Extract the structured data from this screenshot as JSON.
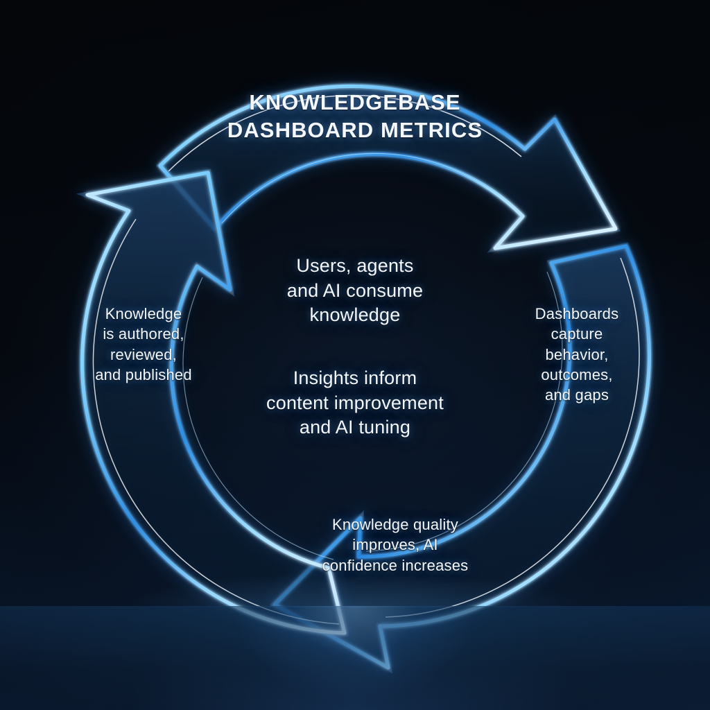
{
  "diagram": {
    "type": "cyclic-three-arrow-loop",
    "title_lines": [
      "KNOWLEDGEBASE",
      "DASHBOARD METRICS"
    ],
    "style": {
      "background_hex": "#05080e",
      "background_accent_hex": "#0b1c33",
      "glass_edge_hex": "#8fd8ff",
      "glass_core_hex": "#2a8fe0",
      "glass_fill_hex": "#0f2a47",
      "dispersion_warm_hex": "#d98a52",
      "text_hex": "#f4f8ff",
      "glow_hex": "#4a9ee8"
    },
    "center": {
      "block_a": [
        "Users, agents",
        "and AI consume",
        "knowledge"
      ],
      "block_b": [
        "Insights inform",
        "content improvement",
        "and AI tuning"
      ]
    },
    "labels": {
      "left": {
        "id": "authoring-stage",
        "lines": [
          "Knowledge",
          "is authored,",
          "reviewed,",
          "and published"
        ]
      },
      "right": {
        "id": "measurement-stage",
        "lines": [
          "Dashboards",
          "capture",
          "behavior,",
          "outcomes,",
          "and gaps"
        ]
      },
      "bottom": {
        "id": "improvement-stage",
        "lines": [
          "Knowledge quality",
          "improves, AI",
          "confidence increases"
        ]
      }
    },
    "arrows": [
      {
        "id": "arrow-top-right",
        "name": "consume-to-measure-arrow",
        "points_to": "down-right",
        "head_angle_deg": 40
      },
      {
        "id": "arrow-bottom",
        "name": "measure-to-improve-arrow",
        "points_to": "left",
        "head_angle_deg": 160
      },
      {
        "id": "arrow-top-left",
        "name": "improve-to-author-arrow",
        "points_to": "up-left",
        "head_angle_deg": 280
      }
    ]
  }
}
